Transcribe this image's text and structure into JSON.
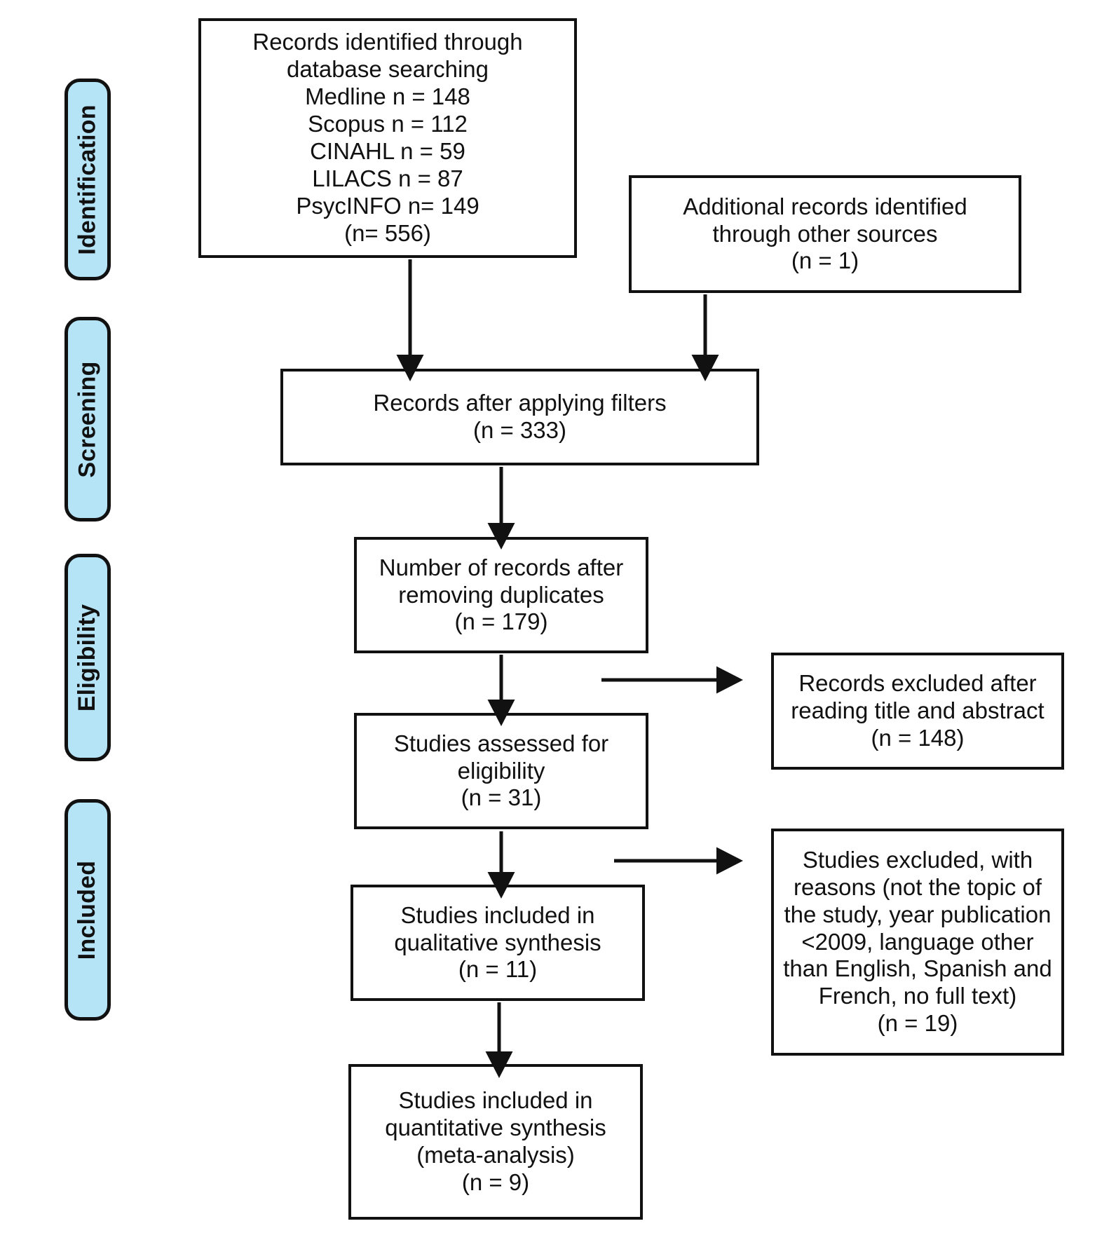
{
  "figure": {
    "type": "prisma-flow-diagram",
    "background_color": "#ffffff",
    "stage_chip_color": "#b6e4f7",
    "border_color": "#111111"
  },
  "stages": [
    {
      "id": "identification",
      "label": "Identification"
    },
    {
      "id": "screening",
      "label": "Screening"
    },
    {
      "id": "eligibility",
      "label": "Eligibility"
    },
    {
      "id": "included",
      "label": "Included"
    }
  ],
  "boxes": {
    "records_identified": {
      "lines": [
        "Records identified through",
        "database searching",
        "Medline n = 148",
        "Scopus n = 112",
        "CINAHL n = 59",
        "LILACS n = 87",
        "PsycINFO n= 149",
        "(n= 556)"
      ]
    },
    "additional_records": {
      "lines": [
        "Additional records identified",
        "through other sources",
        "(n = 1)"
      ]
    },
    "records_after_filters": {
      "lines": [
        "Records after applying filters",
        "(n = 333)"
      ]
    },
    "records_after_duplicates": {
      "lines": [
        "Number of records after",
        "removing duplicates",
        "(n = 179)"
      ]
    },
    "records_excluded_title_abstract": {
      "lines": [
        "Records excluded after",
        "reading title and abstract",
        "(n = 148)"
      ]
    },
    "studies_assessed": {
      "lines": [
        "Studies assessed for",
        "eligibility",
        "(n = 31)"
      ]
    },
    "studies_excluded_reasons": {
      "lines": [
        "Studies excluded, with",
        "reasons (not the topic of",
        "the study, year publication",
        "<2009, language other",
        "than English, Spanish and",
        "French, no full text)",
        "(n = 19)"
      ]
    },
    "qualitative_synthesis": {
      "lines": [
        "Studies included in",
        "qualitative synthesis",
        "(n = 11)"
      ]
    },
    "quantitative_synthesis": {
      "lines": [
        "Studies included in",
        "quantitative synthesis",
        "(meta-analysis)",
        "(n = 9)"
      ]
    }
  }
}
